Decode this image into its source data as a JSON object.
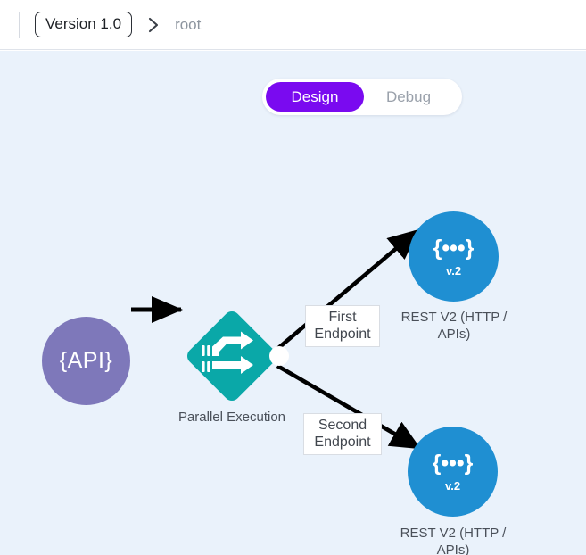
{
  "header": {
    "version_badge": "Version 1.0",
    "separator_icon": "chevron-right-icon",
    "breadcrumb_root": "root"
  },
  "toolbar": {
    "tabs": [
      {
        "label": "Design",
        "active": true
      },
      {
        "label": "Debug",
        "active": false
      }
    ],
    "active_color": "#7a0af0"
  },
  "canvas": {
    "background": "#eaf2fb",
    "nodes": [
      {
        "id": "api-start",
        "type": "start",
        "glyph": "{API}",
        "color": "#7e78ba",
        "label": ""
      },
      {
        "id": "parallel-execution",
        "type": "parallel",
        "icon": "parallel-arrows-icon",
        "color": "#0aa8a8",
        "label": "Parallel Execution",
        "handle": "output-handle"
      },
      {
        "id": "rest-v2-first",
        "type": "rest",
        "glyph": "{•••}",
        "version": "v.2",
        "color": "#1f8fd2",
        "label_line1": "REST V2 (HTTP /",
        "label_line2": "APIs)"
      },
      {
        "id": "rest-v2-second",
        "type": "rest",
        "glyph": "{•••}",
        "version": "v.2",
        "color": "#1f8fd2",
        "label_line1": "REST V2 (HTTP /",
        "label_line2": "APIs)"
      }
    ],
    "edges": [
      {
        "id": "edge-api-to-parallel",
        "label": ""
      },
      {
        "id": "edge-first-endpoint",
        "label_line1": "First",
        "label_line2": "Endpoint"
      },
      {
        "id": "edge-second-endpoint",
        "label_line1": "Second",
        "label_line2": "Endpoint"
      }
    ]
  }
}
